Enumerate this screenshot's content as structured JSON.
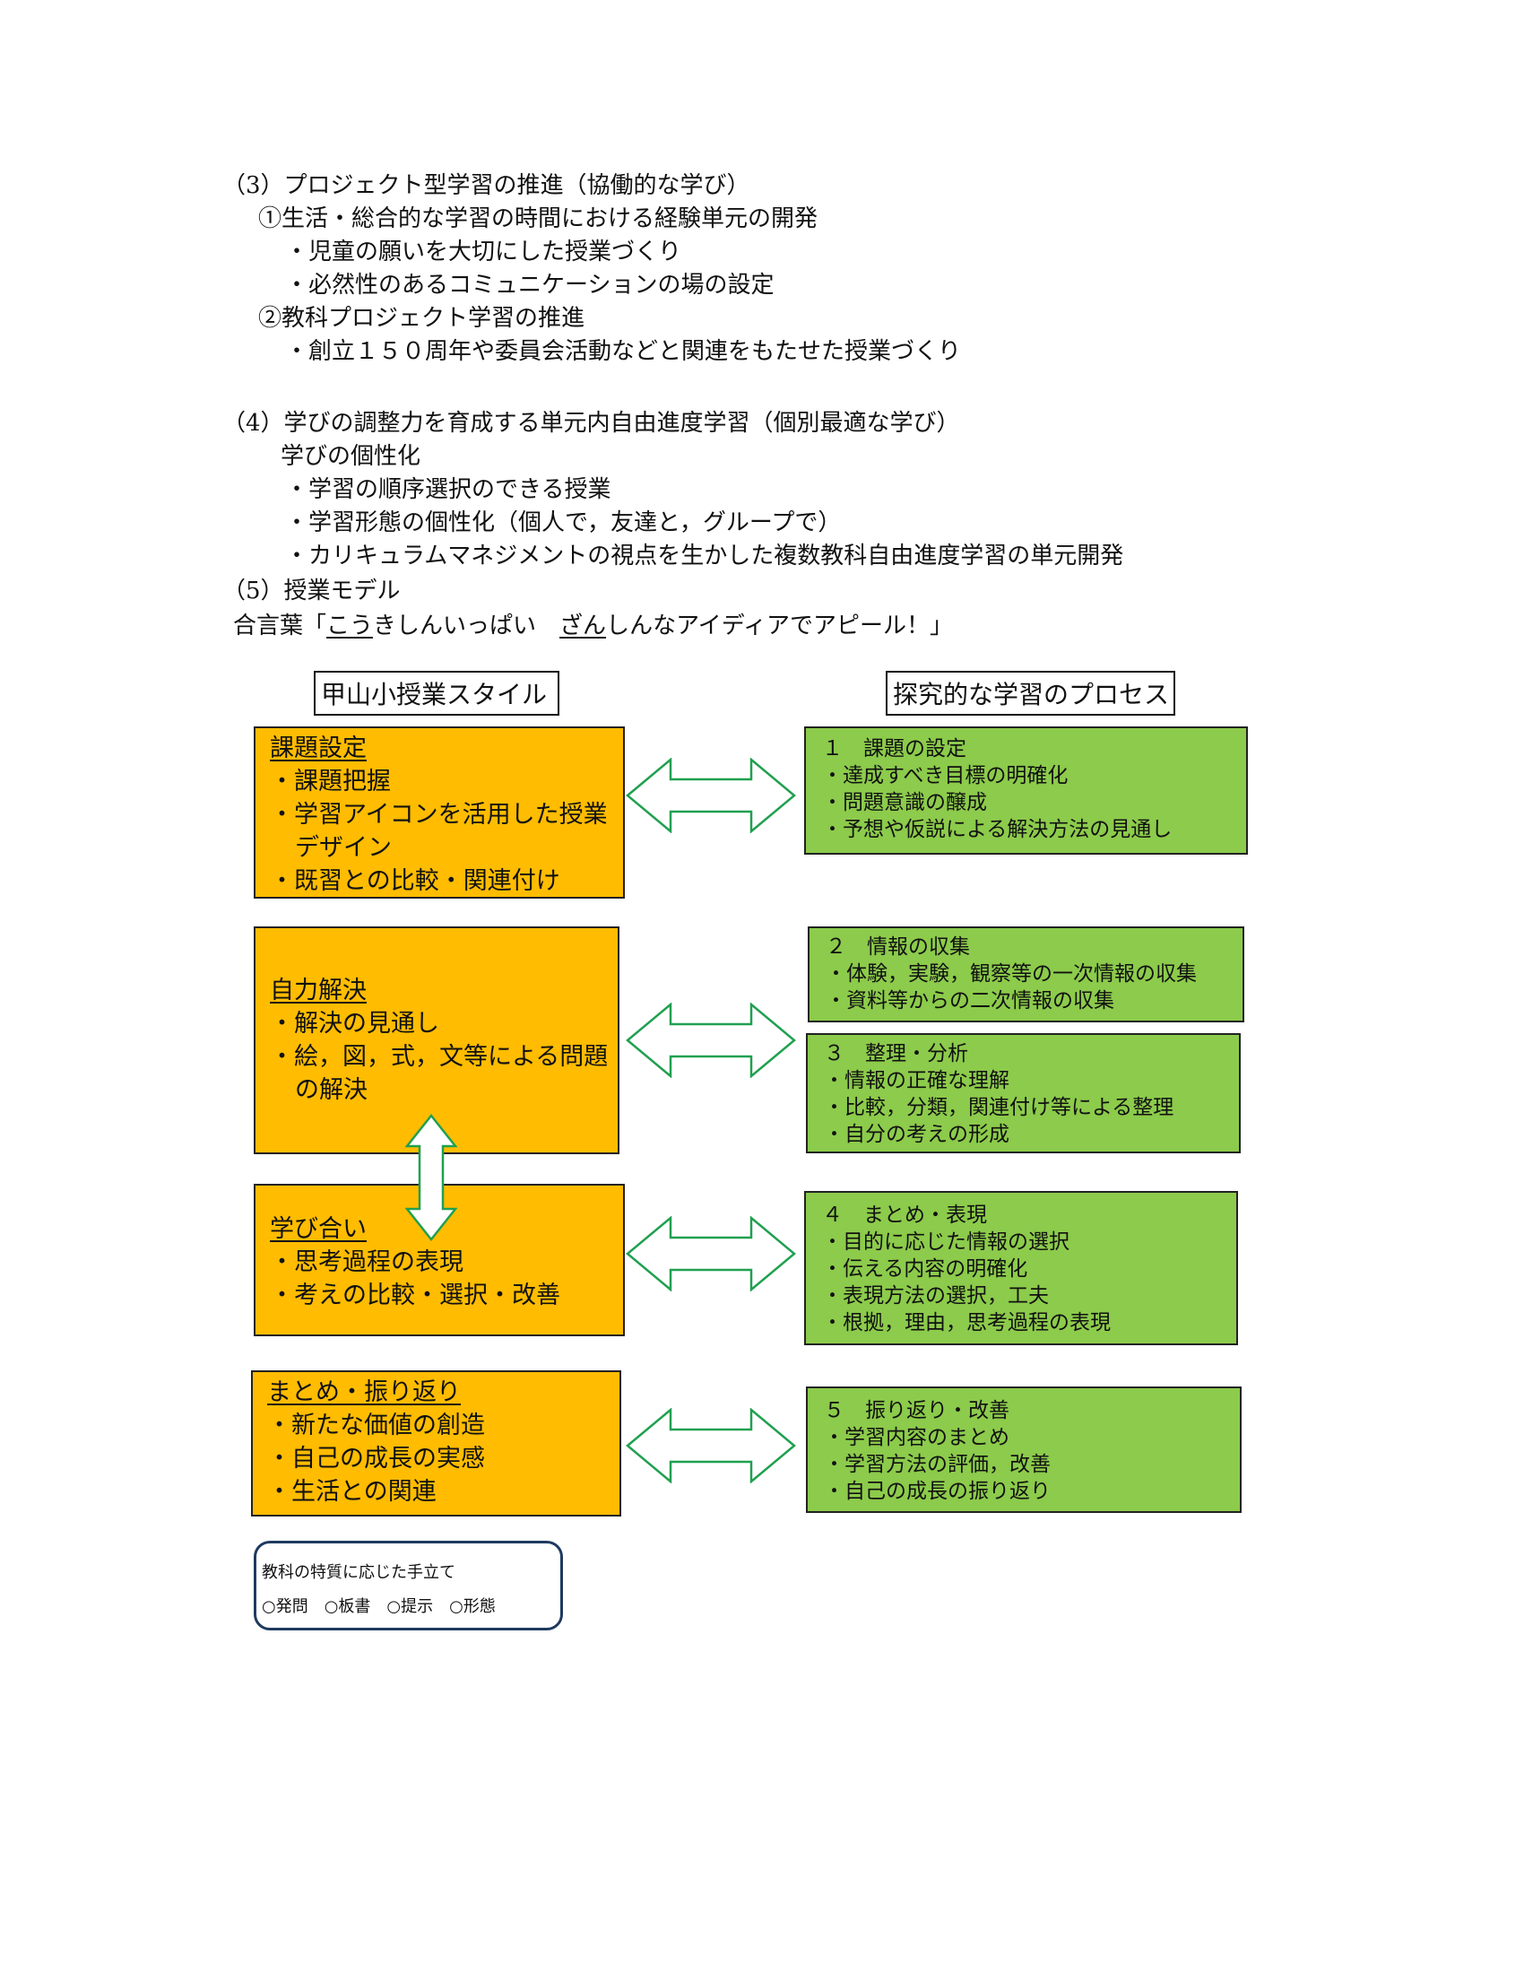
{
  "intro": {
    "s3_title": "（3）プロジェクト型学習の推進（協働的な学び）",
    "s3_sub1": "①生活・総合的な学習の時間における経験単元の開発",
    "s3_b1": "・児童の願いを大切にした授業づくり",
    "s3_b2": "・必然性のあるコミュニケーションの場の設定",
    "s3_sub2": "②教科プロジェクト学習の推進",
    "s3_b3": "・創立１５０周年や委員会活動などと関連をもたせた授業づくり",
    "s4_title": "（4）学びの調整力を育成する単元内自由進度学習（個別最適な学び）",
    "s4_sub": "学びの個性化",
    "s4_b1": "・学習の順序選択のできる授業",
    "s4_b2": "・学習形態の個性化（個人で，友達と，グループで）",
    "s4_b3": "・カリキュラムマネジメントの視点を生かした複数教科自由進度学習の単元開発",
    "s5_title": "（5）授業モデル",
    "motto_prefix": "合言葉「",
    "motto_u1": "こう",
    "motto_mid": "きしんいっぱい　",
    "motto_u2": "ざん",
    "motto_suffix": "しんなアイディアでアピール！」"
  },
  "left_header": "甲山小授業スタイル",
  "right_header": "探究的な学習のプロセス",
  "style_boxes": [
    {
      "title": "課題設定",
      "items": [
        "・課題把握",
        "・学習アイコンを活用した授業",
        "デザイン",
        "・既習との比較・関連付け"
      ]
    },
    {
      "title": "自力解決",
      "items": [
        "・解決の見通し",
        "・絵，図，式，文等による問題",
        "の解決"
      ]
    },
    {
      "title": "学び合い",
      "items": [
        "・思考過程の表現",
        "・考えの比較・選択・改善"
      ]
    },
    {
      "title": "まとめ・振り返り",
      "items": [
        "・新たな価値の創造",
        "・自己の成長の実感",
        "・生活との関連"
      ]
    }
  ],
  "process_boxes": [
    {
      "title": "１　課題の設定",
      "items": [
        "・達成すべき目標の明確化",
        "・問題意識の醸成",
        "・予想や仮説による解決方法の見通し"
      ]
    },
    {
      "title": "２　情報の収集",
      "items": [
        "・体験，実験，観察等の一次情報の収集",
        "・資料等からの二次情報の収集"
      ]
    },
    {
      "title": "３　整理・分析",
      "items": [
        "・情報の正確な理解",
        "・比較，分類，関連付け等による整理",
        "・自分の考えの形成"
      ]
    },
    {
      "title": "４　まとめ・表現",
      "items": [
        "・目的に応じた情報の選択",
        "・伝える内容の明確化",
        "・表現方法の選択，工夫",
        "・根拠，理由，思考過程の表現"
      ]
    },
    {
      "title": "５　振り返り・改善",
      "items": [
        "・学習内容のまとめ",
        "・学習方法の評価，改善",
        "・自己の成長の振り返り"
      ]
    }
  ],
  "note": {
    "title": "教科の特質に応じた手立て",
    "options": "○発問　○板書　○提示　○形態"
  },
  "colors": {
    "orange": "#ffbc00",
    "green": "#8ccb4b",
    "arrow_stroke": "#20a050",
    "note_border": "#1f3a5f"
  },
  "icons": [
    "double-arrow-icon",
    "vertical-double-arrow-icon"
  ]
}
